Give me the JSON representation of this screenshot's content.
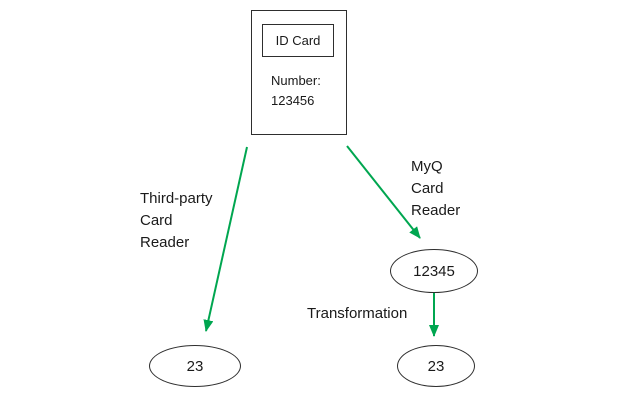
{
  "diagram": {
    "card": {
      "title": "ID Card",
      "number_label": "Number:",
      "number_value": "123456"
    },
    "labels": {
      "third_party": [
        "Third-party",
        "Card",
        "Reader"
      ],
      "myq": [
        "MyQ",
        "Card",
        "Reader"
      ],
      "transformation": "Transformation"
    },
    "nodes": {
      "myq_id": "12345",
      "third_party_id": "23",
      "transformed_id": "23"
    },
    "colors": {
      "arrow": "#00a650",
      "outline": "#2e2e2e"
    }
  }
}
